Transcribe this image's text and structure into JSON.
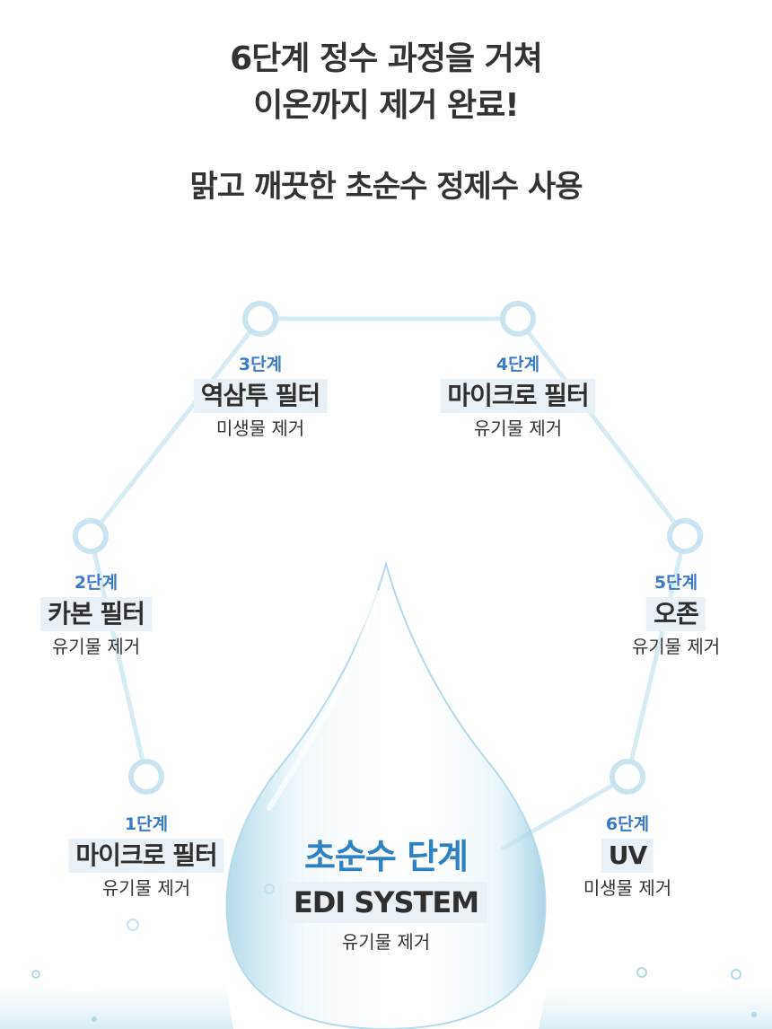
{
  "headline": {
    "line1": "6단계 정수 과정을 거쳐",
    "line2": "이온까지 제거 완료!",
    "sub": "맑고 깨끗한 초순수 정제수 사용"
  },
  "steps": [
    {
      "label": "1단계",
      "name": "마이크로 필터",
      "desc": "유기물 제거"
    },
    {
      "label": "2단계",
      "name": "카본 필터",
      "desc": "유기물 제거"
    },
    {
      "label": "3단계",
      "name": "역삼투 필터",
      "desc": "미생물 제거"
    },
    {
      "label": "4단계",
      "name": "마이크로 필터",
      "desc": "유기물 제거"
    },
    {
      "label": "5단계",
      "name": "오존",
      "desc": "유기물 제거"
    },
    {
      "label": "6단계",
      "name": "UV",
      "desc": "미생물 제거"
    }
  ],
  "final": {
    "label": "초순수 단계",
    "name": "EDI SYSTEM",
    "desc": "유기물 제거"
  },
  "colors": {
    "step_label": "#3a7bc8",
    "final_label": "#2f82c2",
    "node_ring": "#c9e4ef",
    "connector": "#d6ebf2",
    "drop": "#a9d4e6"
  }
}
